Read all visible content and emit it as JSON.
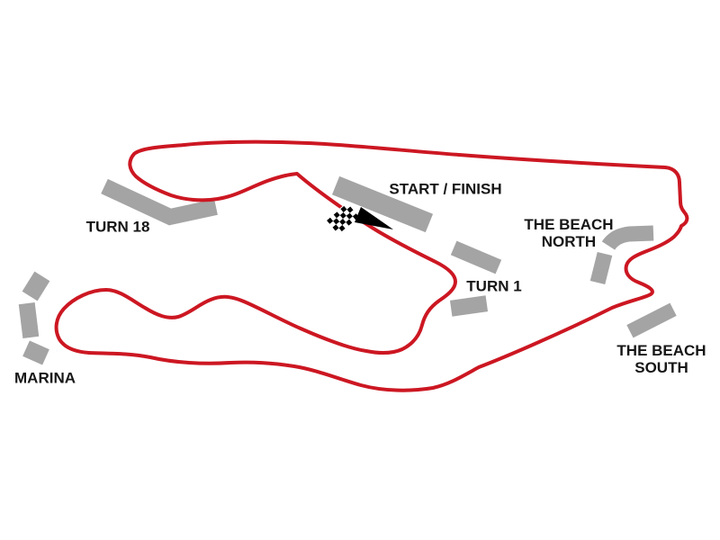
{
  "diagram": {
    "type": "race-circuit-map",
    "labels": {
      "start_finish": "START / FINISH",
      "turn_18": "TURN 18",
      "turn_1": "TURN 1",
      "beach_north": {
        "line1": "THE BEACH",
        "line2": "NORTH"
      },
      "beach_south": {
        "line1": "THE BEACH",
        "line2": "SOUTH"
      },
      "marina": "MARINA"
    },
    "markers": {
      "checkered_flag": "start-finish-checkered-flag",
      "direction_arrow": "race-direction-arrow"
    },
    "colors": {
      "track_red": "#cc1722",
      "stand_gray": "#a4a4a4",
      "label_black": "#161616",
      "flag_black": "#000000",
      "background": "#ffffff"
    }
  }
}
